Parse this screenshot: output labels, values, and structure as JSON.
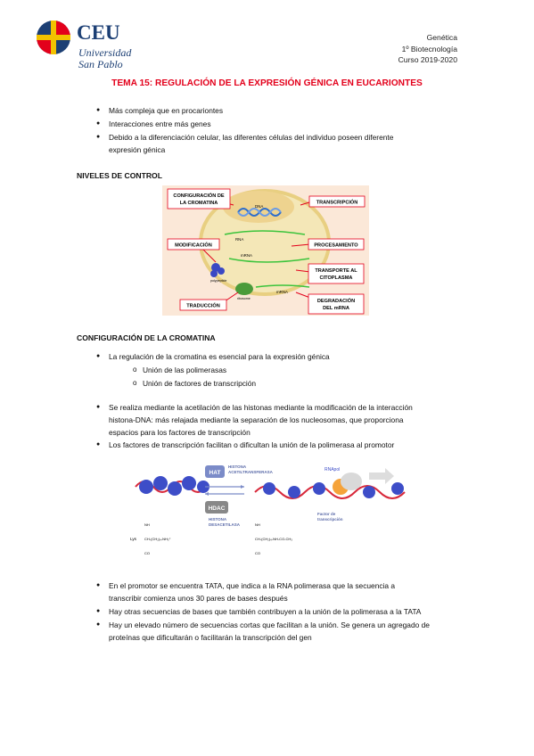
{
  "header": {
    "logo_main": "CEU",
    "logo_sub1": "Universidad",
    "logo_sub2": "San Pablo",
    "subject": "Genética",
    "course": "1º Biotecnología",
    "year": "Curso 2019-2020"
  },
  "title": "TEMA 15: REGULACIÓN DE LA EXPRESIÓN GÉNICA EN EUCARIONTES",
  "intro_bullets": [
    "Más compleja que en procariontes",
    "Interacciones entre más genes",
    "Debido a la diferenciación celular, las diferentes células del individuo poseen diferente",
    "expresión génica"
  ],
  "section1": "NIVELES DE CONTROL",
  "fig1": {
    "chromatin": "CONFIGURACIÓN DE",
    "chromatin2": "LA CROMATINA",
    "transcription": "TRANSCRIPCIÓN",
    "modification": "MODIFICACIÓN",
    "processing": "PROCESAMIENTO",
    "transport": "TRANSPORTE AL",
    "transport2": "CITOPLASMA",
    "translation": "TRADUCCIÓN",
    "degradation": "DEGRADACIÓN",
    "degradation2": "DEL mRNA",
    "dna": "DNA",
    "rna": "RNA",
    "mrna": "mRNA",
    "mrna2": "mRNA",
    "polypeptide": "polypeptide",
    "ribosome": "ribosome"
  },
  "section2": "CONFIGURACIÓN DE LA CROMATINA",
  "chromatin_bullets": [
    "La regulación de la cromatina es esencial para la expresión génica"
  ],
  "chromatin_sub": [
    "Unión de las polimerasas",
    "Unión de factores de transcripción"
  ],
  "acet_bullets": [
    "Se realiza mediante la acetilación de las histonas mediante la modificación de la interacción",
    "histona-DNA: más relajada mediante la separación de los nucleosomas, que proporciona",
    "espacios para los factores de transcripción",
    "Los factores de transcripción facilitan o dificultan la unión de la polimerasa al promotor"
  ],
  "fig2": {
    "hat": "HAT",
    "hat_name1": "HISTONA",
    "hat_name2": "ACETILTRANSFERASA",
    "hdac": "HDAC",
    "hdac_name1": "HISTONA",
    "hdac_name2": "DESACETILASA",
    "rnapol": "RNApol",
    "factor1": "Factor de",
    "factor2": "transcripción",
    "lys": "Lys",
    "chem_left": "CH-(CH₂)₄-NH₃⁺",
    "chem_right": "CH-(CH₂)₄-NH-CO-CH₃",
    "co": "CO",
    "nh": "NH"
  },
  "promoter_bullets": [
    "En el promotor se encuentra TATA, que indica a la RNA polimerasa que la secuencia a",
    "transcribir comienza unos 30 pares de bases después",
    "Hay otras secuencias de bases que también contribuyen a la unión de la polimerasa a la TATA",
    "Hay un elevado número de secuencias cortas que facilitan a la unión. Se genera un agregado de",
    "proteínas que dificultarán o facilitarán la transcripción del gen"
  ]
}
